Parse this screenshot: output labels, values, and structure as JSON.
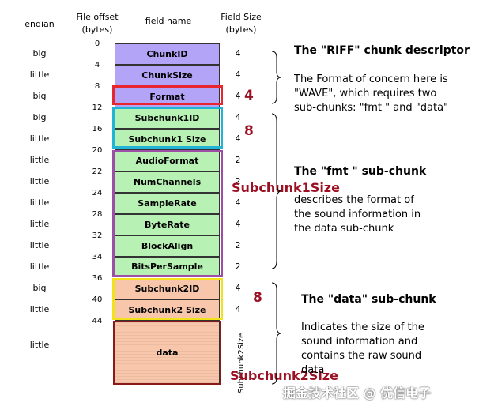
{
  "headers": {
    "endian": "endian",
    "offset_line1": "File offset",
    "offset_line2": "(bytes)",
    "field_name": "field name",
    "size_line1": "Field Size",
    "size_line2": "(bytes)"
  },
  "rows": [
    {
      "endian": "big",
      "offset": "0",
      "name": "ChunkID",
      "size": "4"
    },
    {
      "endian": "little",
      "offset": "4",
      "name": "ChunkSize",
      "size": "4"
    },
    {
      "endian": "big",
      "offset": "8",
      "name": "Format",
      "size": "4"
    },
    {
      "endian": "big",
      "offset": "12",
      "name": "Subchunk1ID",
      "size": "4"
    },
    {
      "endian": "little",
      "offset": "16",
      "name": "Subchunk1 Size",
      "size": "4"
    },
    {
      "endian": "little",
      "offset": "20",
      "name": "AudioFormat",
      "size": "2"
    },
    {
      "endian": "little",
      "offset": "22",
      "name": "NumChannels",
      "size": "2"
    },
    {
      "endian": "little",
      "offset": "24",
      "name": "SampleRate",
      "size": "4"
    },
    {
      "endian": "little",
      "offset": "28",
      "name": "ByteRate",
      "size": "4"
    },
    {
      "endian": "little",
      "offset": "32",
      "name": "BlockAlign",
      "size": "2"
    },
    {
      "endian": "little",
      "offset": "34",
      "name": "BitsPerSample",
      "size": "2"
    },
    {
      "endian": "big",
      "offset": "36",
      "name": "Subchunk2ID",
      "size": "4"
    },
    {
      "endian": "little",
      "offset": "40",
      "name": "Subchunk2 Size",
      "size": "4"
    },
    {
      "endian": "little",
      "offset": "44",
      "name": "data",
      "size": "Subchunk2Size"
    }
  ],
  "annotations": {
    "format_size": "4",
    "sub1_header_size": "8",
    "sub1_label": "Subchunk1Size",
    "sub2_header_size": "8",
    "sub2_label": "Subchunk2Size"
  },
  "descriptions": {
    "riff_title": "The \"RIFF\" chunk descriptor",
    "riff_text": "The Format of concern here is \"WAVE\", which requires two sub-chunks: \"fmt \" and \"data\"",
    "fmt_title": "The \"fmt \" sub-chunk",
    "fmt_text": "describes the format of the sound information in the data sub-chunk",
    "data_title": "The \"data\" sub-chunk",
    "data_text": "Indicates the size of the sound information and contains the raw sound data"
  },
  "watermark": "掘金技术社区 @ 优信电子",
  "colors": {
    "riff": "#b3a4f7",
    "fmt": "#b7f2b4",
    "data": "#f8c6aa",
    "highlight_red": "#e8262f",
    "highlight_cyan": "#22b4d6",
    "highlight_purple": "#9d4fa8",
    "highlight_yellow": "#f2e21a",
    "annotation": "#9b1022"
  }
}
